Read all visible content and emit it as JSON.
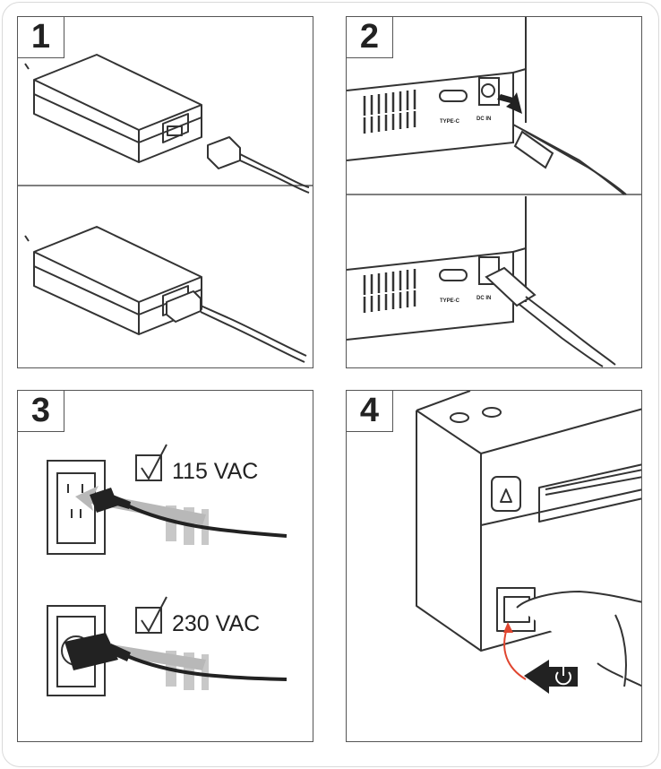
{
  "steps": [
    {
      "number": "1"
    },
    {
      "number": "2"
    },
    {
      "number": "3"
    },
    {
      "number": "4"
    }
  ],
  "step2": {
    "port_usb_label": "TYPE-C",
    "port_dc_label": "DC IN"
  },
  "step3": {
    "label_115": "115 VAC",
    "label_230": "230 VAC"
  },
  "colors": {
    "line": "#333333",
    "accent_arrow": "#e0452f",
    "stripe": "#c8c8c8"
  }
}
